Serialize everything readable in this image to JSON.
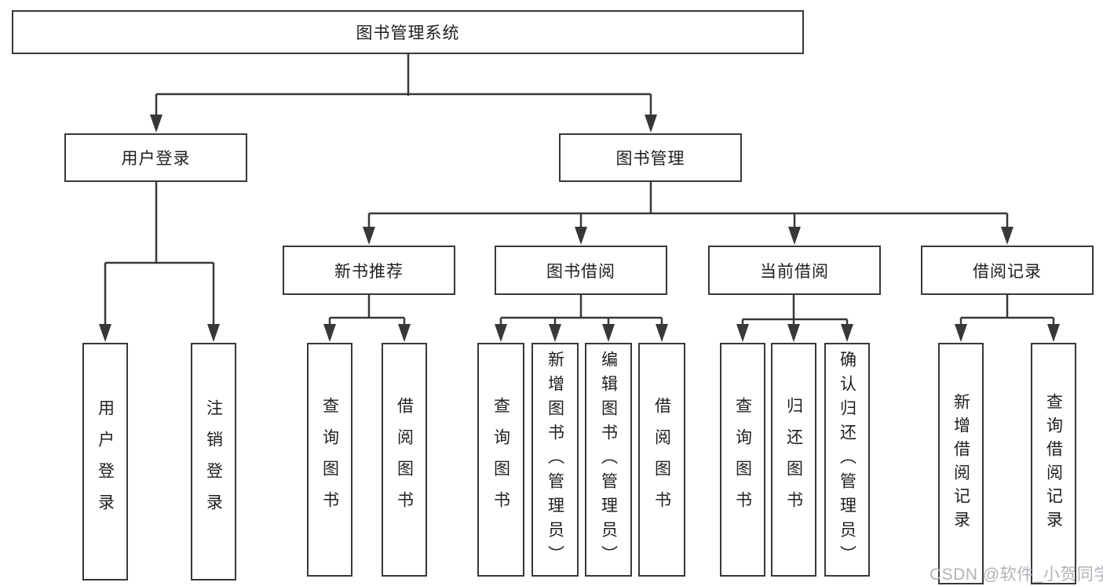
{
  "tree": {
    "label": "图书管理系统",
    "children": [
      {
        "label": "用户登录",
        "children": [
          {
            "label": "用户登录"
          },
          {
            "label": "注销登录"
          }
        ]
      },
      {
        "label": "图书管理",
        "children": [
          {
            "label": "新书推荐",
            "children": [
              {
                "label": "查询图书"
              },
              {
                "label": "借阅图书"
              }
            ]
          },
          {
            "label": "图书借阅",
            "children": [
              {
                "label": "查询图书"
              },
              {
                "label": "新增图书（管理员）"
              },
              {
                "label": "编辑图书（管理员）"
              },
              {
                "label": "借阅图书"
              }
            ]
          },
          {
            "label": "当前借阅",
            "children": [
              {
                "label": "查询图书"
              },
              {
                "label": "归还图书"
              },
              {
                "label": "确认归还（管理员）"
              }
            ]
          },
          {
            "label": "借阅记录",
            "children": [
              {
                "label": "新增借阅记录"
              },
              {
                "label": "查询借阅记录"
              }
            ]
          }
        ]
      }
    ]
  },
  "watermark": {
    "text": "CSDN @软件_小贺同学"
  },
  "palette": {
    "line": "#383838",
    "text": "#1f1f1f",
    "background": "#ffffff",
    "watermark": "#b0b3b8"
  }
}
